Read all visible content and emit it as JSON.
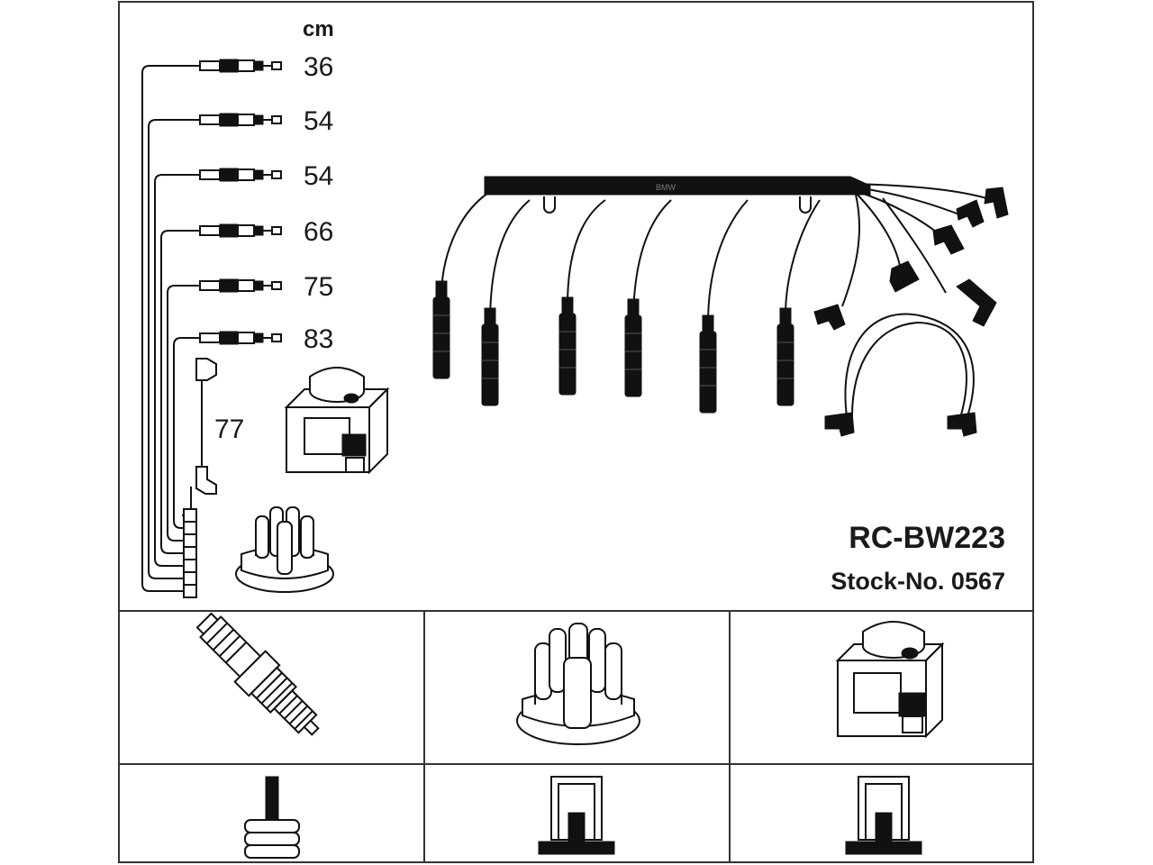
{
  "product": {
    "code": "RC-BW223",
    "stock_number": "Stock-No. 0567"
  },
  "lengths": {
    "unit": "cm",
    "leads": [
      "36",
      "54",
      "54",
      "66",
      "75",
      "83"
    ],
    "coil_lead": "77"
  },
  "harness": {
    "rail_marking": "BMW"
  },
  "components": [
    {
      "icon": "spark-plug-icon"
    },
    {
      "icon": "distributor-cap-icon"
    },
    {
      "icon": "ignition-coil-icon"
    }
  ],
  "terminal_types": [
    {
      "icon": "plug-terminal-icon"
    },
    {
      "icon": "distributor-terminal-icon"
    },
    {
      "icon": "coil-terminal-icon"
    }
  ],
  "colors": {
    "line": "#111111",
    "background": "#ffffff",
    "border": "#333333"
  }
}
